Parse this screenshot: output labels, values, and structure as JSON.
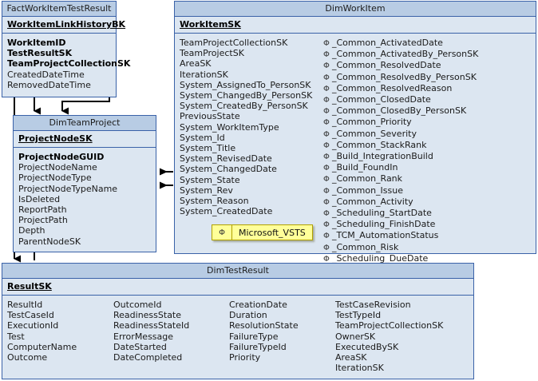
{
  "diagram": {
    "type": "database-schema-erd",
    "background": "#ffffff",
    "colors": {
      "border": "#3a62a8",
      "header_fill": "#b8cce4",
      "body_fill": "#dce6f1",
      "legend_fill": "#ffff99",
      "legend_border": "#b0a000",
      "connector": "#000000"
    }
  },
  "tables": {
    "fact_work_item_test_result": {
      "title": "FactWorkItemTestResult",
      "key": "WorkItemLinkHistoryBK",
      "fields": [
        {
          "name": "WorkItemID",
          "bold": true
        },
        {
          "name": "TestResultSK",
          "bold": true
        },
        {
          "name": "TeamProjectCollectionSK",
          "bold": true
        },
        {
          "name": "CreatedDateTime",
          "bold": false
        },
        {
          "name": "RemovedDateTime",
          "bold": false
        }
      ]
    },
    "dim_work_item": {
      "title": "DimWorkItem",
      "key": "WorkItemSK",
      "columns": [
        {
          "fields": [
            {
              "name": "TeamProjectCollectionSK",
              "phi": false
            },
            {
              "name": "TeamProjectSK",
              "phi": false
            },
            {
              "name": "AreaSK",
              "phi": false
            },
            {
              "name": "IterationSK",
              "phi": false
            },
            {
              "name": "System_AssignedTo_PersonSK",
              "phi": false
            },
            {
              "name": "System_ChangedBy_PersonSK",
              "phi": false
            },
            {
              "name": "System_CreatedBy_PersonSK",
              "phi": false
            },
            {
              "name": "PreviousState",
              "phi": false
            },
            {
              "name": "System_WorkItemType",
              "phi": false
            },
            {
              "name": "System_Id",
              "phi": false
            },
            {
              "name": "System_Title",
              "phi": false
            },
            {
              "name": "System_RevisedDate",
              "phi": false
            },
            {
              "name": "System_ChangedDate",
              "phi": false
            },
            {
              "name": "System_State",
              "phi": false
            },
            {
              "name": "System_Rev",
              "phi": false
            },
            {
              "name": "System_Reason",
              "phi": false
            },
            {
              "name": "System_CreatedDate",
              "phi": false
            }
          ]
        },
        {
          "fields": [
            {
              "name": "_Common_ActivatedDate",
              "phi": true
            },
            {
              "name": "_Common_ActivatedBy_PersonSK",
              "phi": true
            },
            {
              "name": "_Common_ResolvedDate",
              "phi": true
            },
            {
              "name": "_Common_ResolvedBy_PersonSK",
              "phi": true
            },
            {
              "name": "_Common_ResolvedReason",
              "phi": true
            },
            {
              "name": "_Common_ClosedDate",
              "phi": true
            },
            {
              "name": "_Common_ClosedBy_PersonSK",
              "phi": true
            },
            {
              "name": "_Common_Priority",
              "phi": true
            },
            {
              "name": "_Common_Severity",
              "phi": true
            },
            {
              "name": "_Common_StackRank",
              "phi": true
            },
            {
              "name": "_Build_IntegrationBuild",
              "phi": true
            },
            {
              "name": "_Build_FoundIn",
              "phi": true
            },
            {
              "name": "_Common_Rank",
              "phi": true
            },
            {
              "name": "_Common_Issue",
              "phi": true
            },
            {
              "name": "_Common_Activity",
              "phi": true
            },
            {
              "name": "_Scheduling_StartDate",
              "phi": true
            },
            {
              "name": "_Scheduling_FinishDate",
              "phi": true
            },
            {
              "name": "_TCM_AutomationStatus",
              "phi": true
            },
            {
              "name": "_Common_Risk",
              "phi": true
            },
            {
              "name": "_Scheduling_DueDate",
              "phi": true
            }
          ]
        }
      ],
      "legend": {
        "symbol": "Φ",
        "label": "Microsoft_VSTS"
      }
    },
    "dim_team_project": {
      "title": "DimTeamProject",
      "key": "ProjectNodeSK",
      "fields": [
        {
          "name": "ProjectNodeGUID",
          "bold": true
        },
        {
          "name": "ProjectNodeName",
          "bold": false
        },
        {
          "name": "ProjectNodeType",
          "bold": false
        },
        {
          "name": "ProjectNodeTypeName",
          "bold": false
        },
        {
          "name": "IsDeleted",
          "bold": false
        },
        {
          "name": "ReportPath",
          "bold": false
        },
        {
          "name": "ProjectPath",
          "bold": false
        },
        {
          "name": "Depth",
          "bold": false
        },
        {
          "name": "ParentNodeSK",
          "bold": false
        }
      ]
    },
    "dim_test_result": {
      "title": "DimTestResult",
      "key": "ResultSK",
      "columns": [
        {
          "fields": [
            {
              "name": "ResultId"
            },
            {
              "name": "TestCaseId"
            },
            {
              "name": "ExecutionId"
            },
            {
              "name": "Test"
            },
            {
              "name": "ComputerName"
            },
            {
              "name": "Outcome"
            }
          ]
        },
        {
          "fields": [
            {
              "name": "OutcomeId"
            },
            {
              "name": "ReadinessState"
            },
            {
              "name": "ReadinessStateId"
            },
            {
              "name": "ErrorMessage"
            },
            {
              "name": "DateStarted"
            },
            {
              "name": "DateCompleted"
            }
          ]
        },
        {
          "fields": [
            {
              "name": "CreationDate"
            },
            {
              "name": "Duration"
            },
            {
              "name": "ResolutionState"
            },
            {
              "name": "FailureType"
            },
            {
              "name": "FailureTypeId"
            },
            {
              "name": "Priority"
            }
          ]
        },
        {
          "fields": [
            {
              "name": "TestCaseRevision"
            },
            {
              "name": "TestTypeId"
            },
            {
              "name": "TeamProjectCollectionSK"
            },
            {
              "name": "OwnerSK"
            },
            {
              "name": "ExecutedBySK"
            },
            {
              "name": "AreaSK"
            },
            {
              "name": "IterationSK"
            }
          ]
        }
      ]
    }
  },
  "relationships": [
    {
      "from": "fact_work_item_test_result",
      "to": "dim_team_project",
      "style": "arrow-down"
    },
    {
      "from": "fact_work_item_test_result",
      "to": "dim_test_result",
      "style": "arrow-down-left"
    },
    {
      "from": "dim_work_item",
      "to": "dim_team_project",
      "style": "arrow-left"
    },
    {
      "from": "dim_work_item",
      "to": "dim_team_project",
      "style": "arrow-left"
    },
    {
      "from": "dim_test_result",
      "to": "dim_team_project",
      "style": "arrow-up"
    }
  ]
}
